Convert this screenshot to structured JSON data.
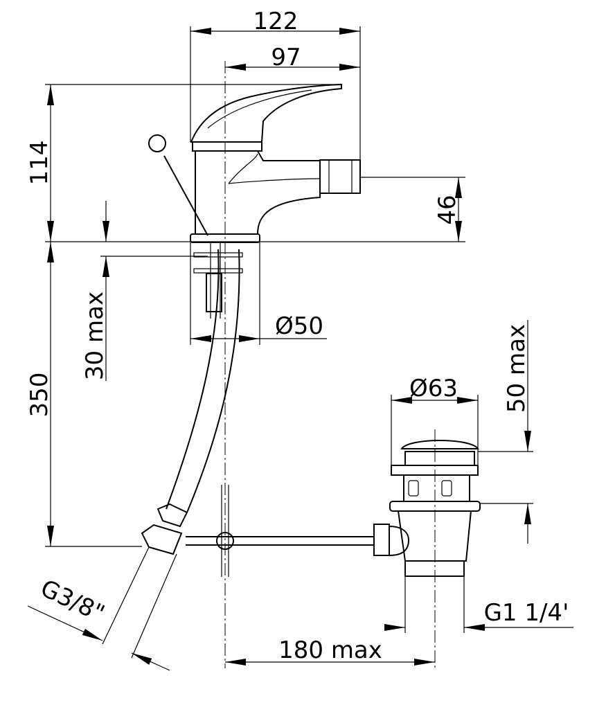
{
  "drawing": {
    "dimensions": {
      "overall_width": "122",
      "spout_reach": "97",
      "height": "114",
      "spout_height": "46",
      "deck_thickness": "30 max",
      "hose_length": "350",
      "base_diameter": "Ø50",
      "waste_diameter": "Ø63",
      "waste_height": "50 max",
      "hose_thread": "G3/8\"",
      "waste_thread": "G1 1/4'",
      "rod_length": "180 max"
    }
  }
}
